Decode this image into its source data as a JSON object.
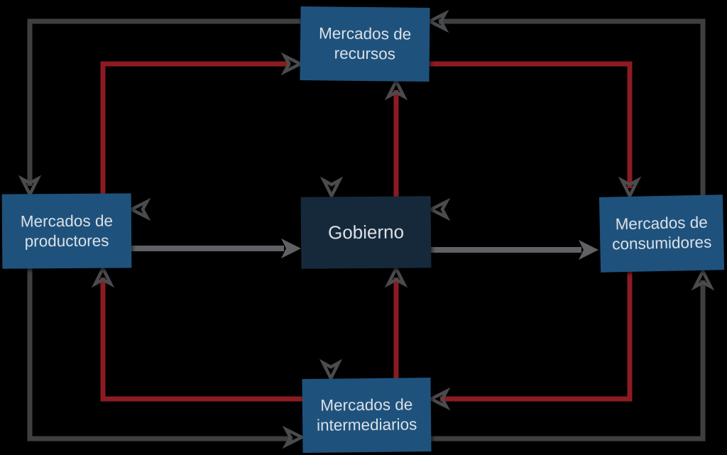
{
  "diagram_type": "circular-flow-market-diagram",
  "nodes": {
    "recursos": {
      "label": "Mercados de recursos"
    },
    "productores": {
      "label": "Mercados de productores"
    },
    "gobierno": {
      "label": "Gobierno"
    },
    "consumidores": {
      "label": "Mercados de consumidores"
    },
    "intermediarios": {
      "label": "Mercados de intermediarios"
    }
  },
  "edges": [
    {
      "from": "recursos",
      "to": "productores",
      "style": "gray-line-open-head"
    },
    {
      "from": "productores",
      "to": "recursos",
      "style": "red-line-open-head"
    },
    {
      "from": "consumidores",
      "to": "recursos",
      "style": "gray-line-open-head"
    },
    {
      "from": "recursos",
      "to": "consumidores",
      "style": "red-line-open-head"
    },
    {
      "from": "productores",
      "to": "intermediarios",
      "style": "gray-line-open-head"
    },
    {
      "from": "intermediarios",
      "to": "productores",
      "style": "red-line-open-head"
    },
    {
      "from": "intermediarios",
      "to": "consumidores",
      "style": "gray-line-open-head"
    },
    {
      "from": "consumidores",
      "to": "intermediarios",
      "style": "red-line-open-head"
    },
    {
      "from": "gobierno",
      "to": "recursos",
      "style": "red-line-open-head"
    },
    {
      "from": "recursos",
      "to": "gobierno",
      "style": "open-head-only"
    },
    {
      "from": "intermediarios",
      "to": "gobierno",
      "style": "red-line-open-head"
    },
    {
      "from": "gobierno",
      "to": "intermediarios",
      "style": "open-head-only"
    },
    {
      "from": "productores",
      "to": "gobierno",
      "style": "gray-line-filled-head"
    },
    {
      "from": "gobierno",
      "to": "productores",
      "style": "open-head-only"
    },
    {
      "from": "gobierno",
      "to": "consumidores",
      "style": "gray-line-filled-head"
    },
    {
      "from": "consumidores",
      "to": "gobierno",
      "style": "open-head-only"
    }
  ],
  "colors": {
    "background": "#000000",
    "box_blue": "#1E527D",
    "gobierno_navy": "#16293B",
    "arrow_red": "#8C1B22",
    "arrow_gray": "#606164",
    "outer_gray": "#3E3F41",
    "chevron_gray": "#4A4B4D",
    "label_text": "#DCE0E5"
  }
}
